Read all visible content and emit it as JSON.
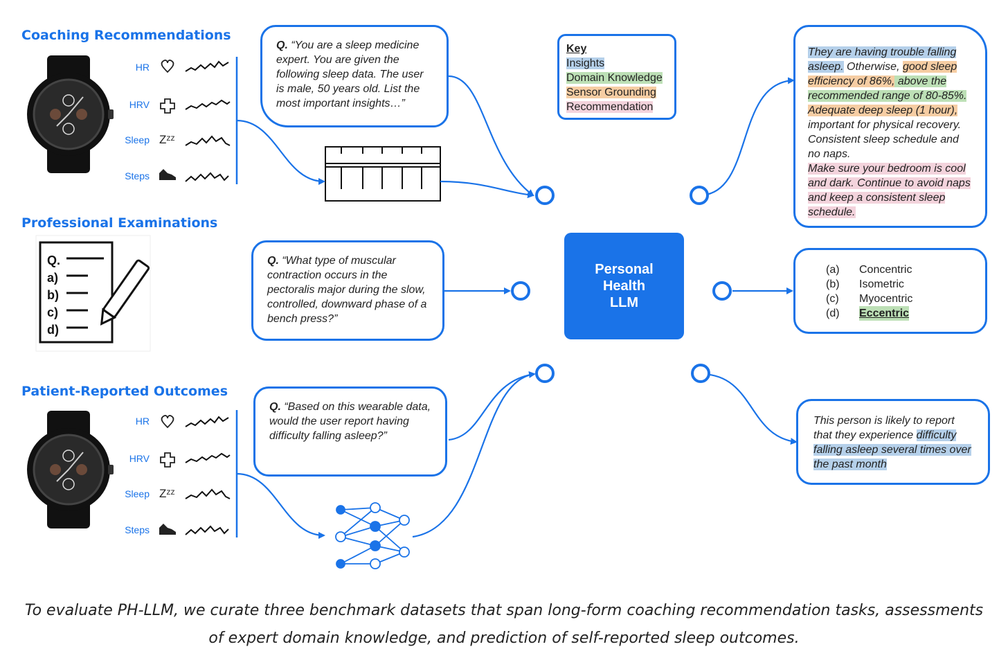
{
  "sections": {
    "coaching": "Coaching Recommendations",
    "professional": "Professional Examinations",
    "patient": "Patient-Reported Outcomes"
  },
  "sensors": [
    "HR",
    "HRV",
    "Sleep",
    "Steps"
  ],
  "questions": {
    "coaching_q": "Q.",
    "coaching_text": "“You are a sleep medicine expert. You are given the following sleep data. The user is male, 50 years old.  List the most important insights…”",
    "exam_q": "Q.",
    "exam_text": "“What type of muscular contraction occurs in the pectoralis major during the slow, controlled, downward phase of a bench press?”",
    "patient_q": "Q.",
    "patient_text": "“Based on this wearable data, would the user report having difficulty falling asleep?”"
  },
  "key": {
    "title": "Key",
    "items": [
      "Insights",
      "Domain Knowledge",
      "Sensor Grounding",
      "Recommendation"
    ]
  },
  "center": {
    "line1": "Personal",
    "line2": "Health",
    "line3": "LLM"
  },
  "outputs": {
    "coaching": {
      "s1": "They are having trouble falling asleep.",
      "s2": " Otherwise, ",
      "s3": "good sleep efficiency of 86%,",
      "s4": " above the recommended range of 80-85%.",
      "s5": " Adequate deep sleep (1 hour),",
      "s6": " important for physical recovery. Consistent sleep schedule and no naps.",
      "s7": "Make sure your bedroom is cool and dark. Continue to avoid naps and keep a consistent sleep schedule."
    },
    "exam_options": [
      {
        "letter": "(a)",
        "text": "Concentric"
      },
      {
        "letter": "(b)",
        "text": "Isometric"
      },
      {
        "letter": "(c)",
        "text": "Myocentric"
      },
      {
        "letter": "(d)",
        "text": "Eccentric"
      }
    ],
    "patient": {
      "s1": "This person is likely to report that they experience ",
      "s2": "difficulty falling asleep several times over the past month"
    }
  },
  "exam_sheet": {
    "q": "Q.",
    "a": "a)",
    "b": "b)",
    "c": "c)",
    "d": "d)"
  },
  "caption": "To evaluate PH-LLM, we curate three benchmark datasets that span long-form coaching recommendation tasks, assessments of expert domain knowledge, and prediction of self-reported sleep outcomes.",
  "colors": {
    "accent": "#1a73e8",
    "insights": "#b5d0ea",
    "domain_knowledge": "#bde0b6",
    "sensor_grounding": "#f6cda3",
    "recommendation": "#f3d3dc"
  }
}
